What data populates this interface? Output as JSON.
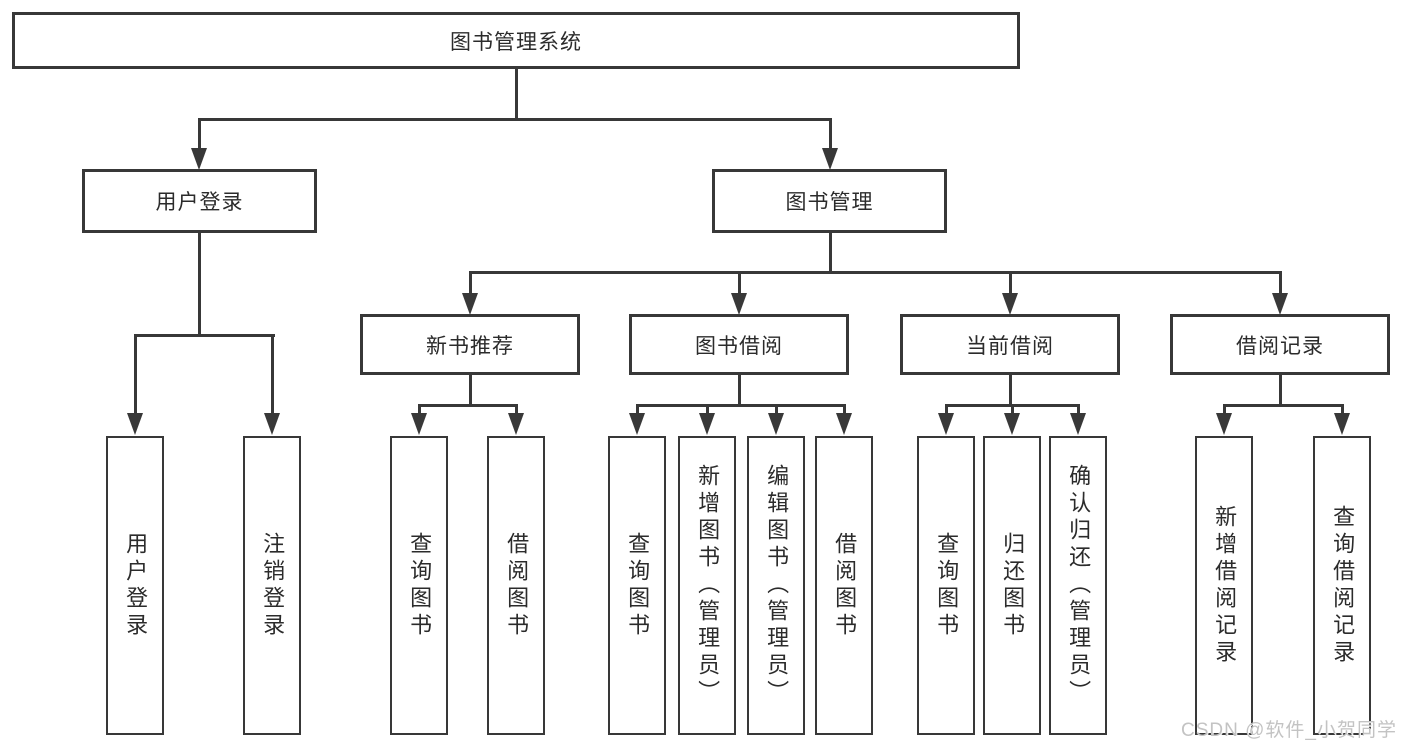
{
  "diagram": {
    "root": {
      "label": "图书管理系统"
    },
    "branches": {
      "user_login": {
        "label": "用户登录",
        "children": {
          "login": {
            "label": "用户登录"
          },
          "logout": {
            "label": "注销登录"
          }
        }
      },
      "book_management": {
        "label": "图书管理",
        "children": {
          "new_book_recommend": {
            "label": "新书推荐",
            "children": {
              "query_books": {
                "label": "查询图书"
              },
              "borrow_books": {
                "label": "借阅图书"
              }
            }
          },
          "book_borrowing": {
            "label": "图书借阅",
            "children": {
              "query_books": {
                "label": "查询图书"
              },
              "add_book_admin": {
                "label": "新增图书（管理员）"
              },
              "edit_book_admin": {
                "label": "编辑图书（管理员）"
              },
              "borrow_books": {
                "label": "借阅图书"
              }
            }
          },
          "current_borrowing": {
            "label": "当前借阅",
            "children": {
              "query_books": {
                "label": "查询图书"
              },
              "return_books": {
                "label": "归还图书"
              },
              "confirm_return_admin": {
                "label": "确认归还（管理员）"
              }
            }
          },
          "borrowing_records": {
            "label": "借阅记录",
            "children": {
              "add_borrow_record": {
                "label": "新增借阅记录"
              },
              "query_borrow_record": {
                "label": "查询借阅记录"
              }
            }
          }
        }
      }
    }
  },
  "watermark": {
    "text": "CSDN @软件_小贺同学"
  },
  "colors": {
    "line": "#383838",
    "box_border": "#383838",
    "text": "#2b2b2b",
    "watermark": "#c3c3c3",
    "background": "#ffffff"
  }
}
